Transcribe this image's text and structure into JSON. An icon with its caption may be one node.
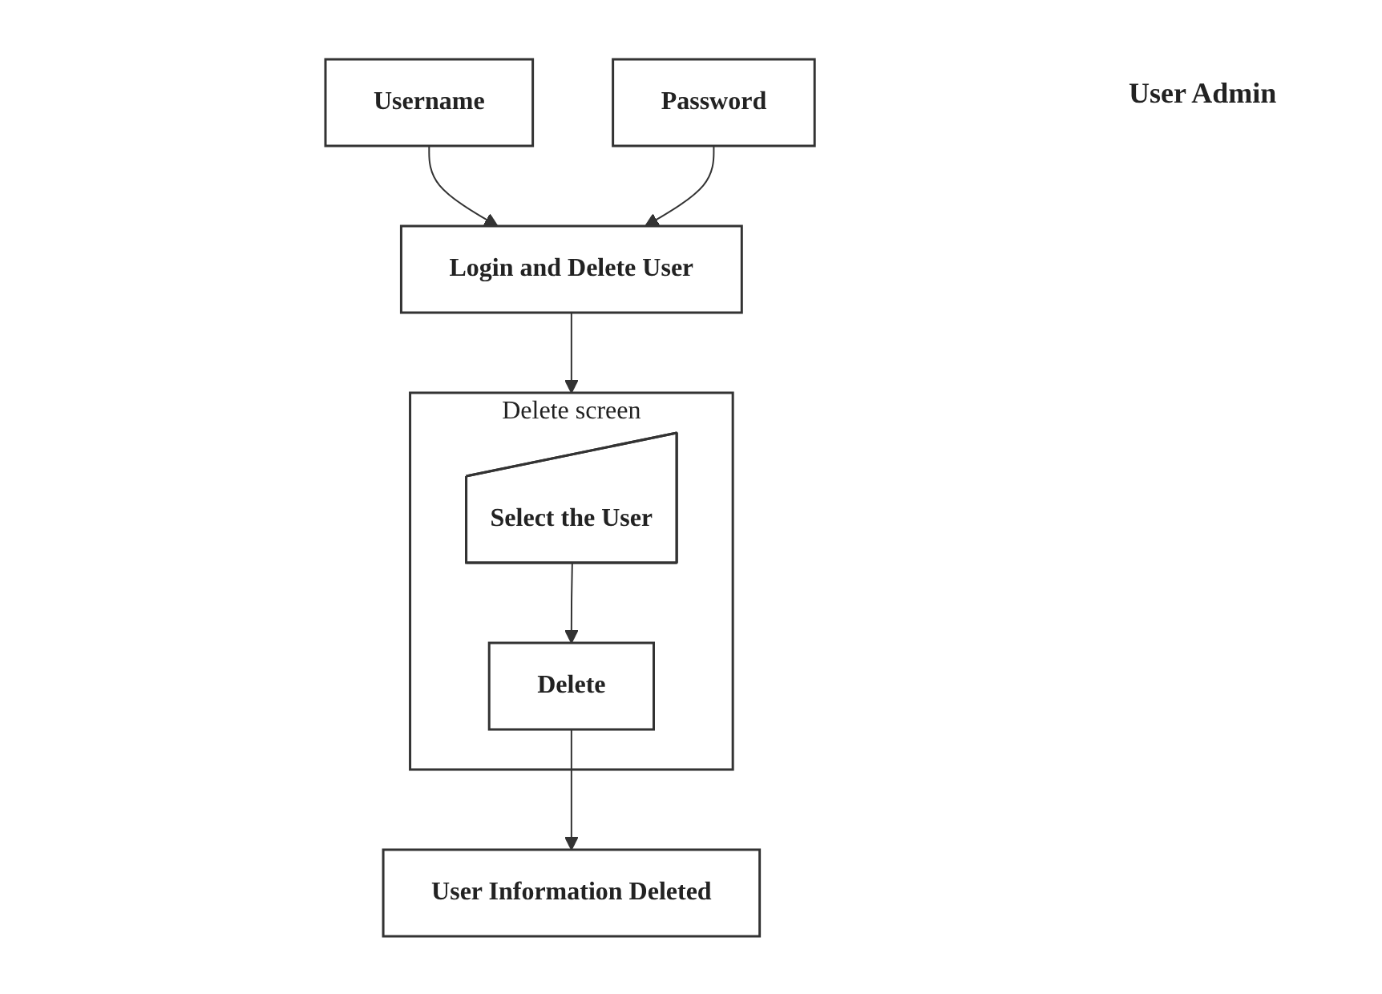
{
  "diagram": {
    "nodes": [
      {
        "text": [
          "Username"
        ]
      },
      {
        "text": [
          "Password"
        ]
      },
      {
        "text": [
          "Login and Delete User"
        ]
      },
      {
        "text": [
          "Delete screen"
        ]
      },
      {
        "text": [
          "Select the User"
        ],
        "in": 3
      },
      {
        "text": [
          "Delete"
        ],
        "in": 3
      },
      {
        "text": [
          "User Information Deleted"
        ]
      }
    ],
    "edges": [
      {
        "from": 0,
        "to": 2,
        "arrow": "to"
      },
      {
        "from": 1,
        "to": 2,
        "arrow": "to"
      },
      {
        "from": 2,
        "to": 3,
        "arrow": "to"
      },
      {
        "from": 4,
        "to": 5,
        "arrow": "to"
      },
      {
        "from": 5,
        "to": 6,
        "arrow": "to"
      }
    ],
    "labels": [
      "User Admin"
    ]
  }
}
